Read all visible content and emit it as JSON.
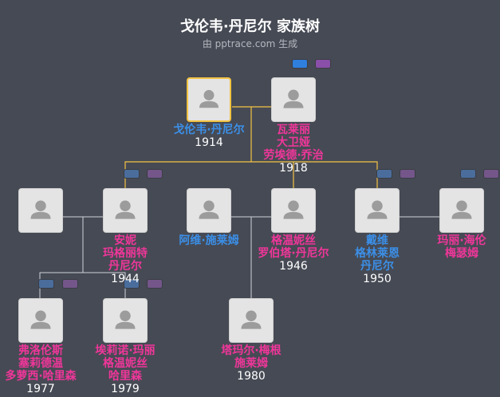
{
  "title": "戈伦韦·丹尼尔 家族树",
  "subtitle": "由 pptrace.com 生成",
  "colors": {
    "background": "#464a54",
    "male": "#3b8fe8",
    "female": "#f0369a",
    "highlight_border": "#f2c343",
    "connector_main": "#f2c343",
    "connector_other": "#cfd2d8"
  },
  "people": {
    "gorenwei": {
      "lines": [
        "戈伦韦·丹尼尔"
      ],
      "year": "1914",
      "gender": "male"
    },
    "walaili": {
      "lines": [
        "瓦莱丽",
        "大卫娅",
        "劳埃德·乔治"
      ],
      "year": "1918",
      "gender": "female"
    },
    "spouse_anni": {
      "lines": [],
      "year": "",
      "gender": "unknown"
    },
    "anni": {
      "lines": [
        "安妮",
        "玛格丽特",
        "丹尼尔"
      ],
      "year": "1944",
      "gender": "female"
    },
    "aweishilaimu": {
      "lines": [
        "阿维·施莱姆"
      ],
      "year": "",
      "gender": "male"
    },
    "gewennisi": {
      "lines": [
        "格温妮丝",
        "罗伯塔·丹尼尔"
      ],
      "year": "1946",
      "gender": "female"
    },
    "daiwei": {
      "lines": [
        "戴维",
        "格林莱恩",
        "丹尼尔"
      ],
      "year": "1950",
      "gender": "male"
    },
    "mali": {
      "lines": [
        "玛丽·海伦",
        "梅瑟姆"
      ],
      "year": "",
      "gender": "female"
    },
    "fuluolunsi": {
      "lines": [
        "弗洛伦斯",
        "塞莉德温",
        "多萝西·哈里森"
      ],
      "year": "1977",
      "gender": "female"
    },
    "ailinuo": {
      "lines": [
        "埃莉诺·玛丽",
        "格温妮丝",
        "哈里森"
      ],
      "year": "1979",
      "gender": "female"
    },
    "tamaer": {
      "lines": [
        "塔玛尔·梅根",
        "施莱姆"
      ],
      "year": "1980",
      "gender": "female"
    }
  }
}
